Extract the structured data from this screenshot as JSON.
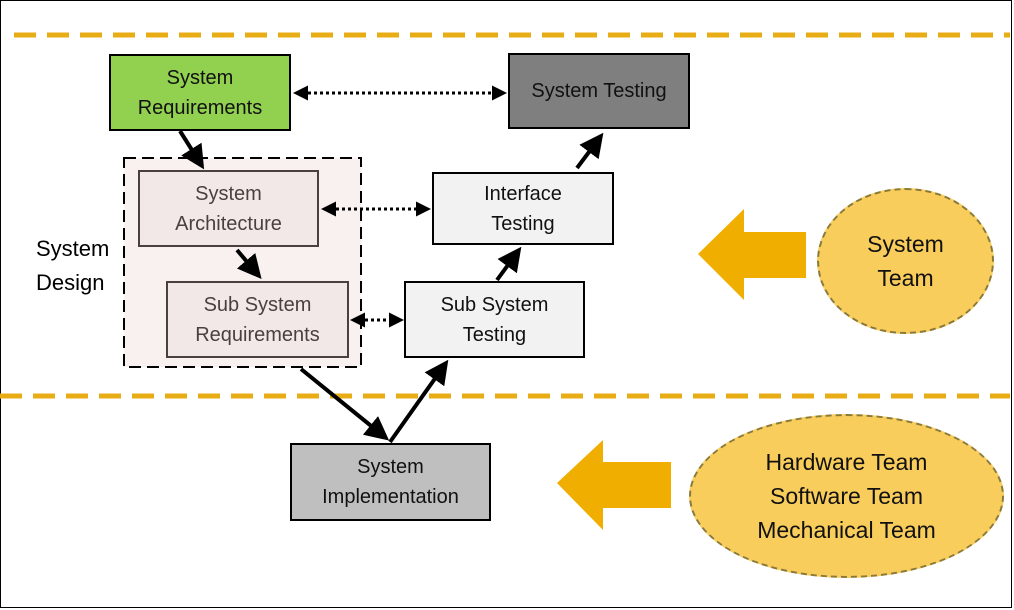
{
  "diagram": {
    "title": "",
    "colors": {
      "divider": "#e8ac14",
      "team_arrow": "#f0ae00",
      "ellipse_fill": "#f9cd5c",
      "req_fill": "#92d050",
      "system_testing_fill": "#7f7f7f",
      "testing_fill": "#f2f2f2",
      "design_group_fill": "#f9f0f0",
      "design_item_fill": "#f2e8e8",
      "implementation_fill": "#bfbfbf"
    },
    "nodes": {
      "system_requirements": "System\nRequirements",
      "system_testing": "System Testing",
      "system_architecture": "System\nArchitecture",
      "interface_testing": "Interface\nTesting",
      "sub_system_requirements": "Sub System\nRequirements",
      "sub_system_testing": "Sub System\nTesting",
      "system_implementation": "System\nImplementation"
    },
    "group_label": "System\nDesign",
    "teams": {
      "upper": "System\nTeam",
      "lower": "Hardware Team\nSoftware Team\nMechanical Team"
    },
    "edges": [
      {
        "from": "system_requirements",
        "to": "system_architecture",
        "style": "solid"
      },
      {
        "from": "system_architecture",
        "to": "sub_system_requirements",
        "style": "solid"
      },
      {
        "from": "sub_system_requirements",
        "to": "system_implementation",
        "style": "solid"
      },
      {
        "from": "system_implementation",
        "to": "sub_system_testing",
        "style": "solid"
      },
      {
        "from": "sub_system_testing",
        "to": "interface_testing",
        "style": "solid"
      },
      {
        "from": "interface_testing",
        "to": "system_testing",
        "style": "solid"
      },
      {
        "from": "system_requirements",
        "to": "system_testing",
        "style": "dotted-bidirectional"
      },
      {
        "from": "system_architecture",
        "to": "interface_testing",
        "style": "dotted-bidirectional"
      },
      {
        "from": "sub_system_requirements",
        "to": "sub_system_testing",
        "style": "dotted-bidirectional"
      }
    ]
  }
}
